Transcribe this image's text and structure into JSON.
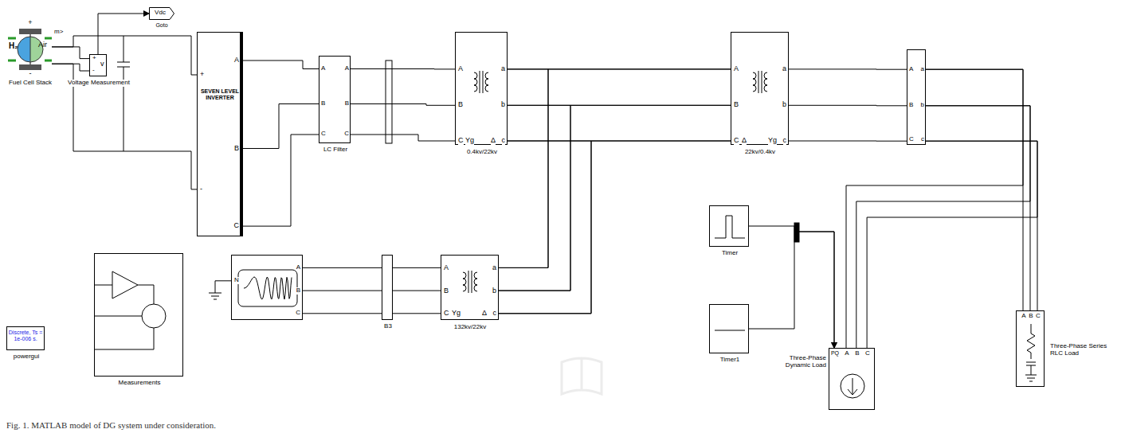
{
  "diagram": {
    "caption": "Fig. 1.   MATLAB model of DG system under consideration.",
    "nodes": [
      {
        "text": [
          "Vdc",
          "Goto"
        ]
      },
      {
        "text": [
          "m>",
          "H₂",
          "Air",
          "+",
          "-",
          "Fuel Cell Stack"
        ]
      },
      {
        "text": [
          "+",
          "v",
          "-",
          "Voltage Measurement"
        ]
      },
      {
        "text": [
          "SEVEN LEVEL INVERTER",
          "+",
          "-",
          "A",
          "B",
          "C"
        ]
      },
      {
        "text": [
          "A",
          "B",
          "C",
          "A",
          "B",
          "C",
          "LC Filter"
        ]
      },
      {
        "text": [
          "A",
          "B",
          "C",
          "Yg",
          "Δ",
          "a",
          "b",
          "c",
          "0.4kv/22kv"
        ]
      },
      {
        "text": [
          "A",
          "B",
          "C",
          "Δ",
          "Yg",
          "a",
          "b",
          "c",
          "22kv/0.4kv"
        ]
      },
      {
        "text": [
          "A",
          "B",
          "C",
          "a",
          "b",
          "c"
        ]
      },
      {
        "text": [
          "N",
          "A",
          "B",
          "C"
        ]
      },
      {
        "text": [
          "B3"
        ]
      },
      {
        "text": [
          "A",
          "B",
          "C",
          "Yg",
          "Δ",
          "a",
          "b",
          "c",
          "132kv/22kv"
        ]
      },
      {
        "text": [
          "Discrete, Ts = 1e-006 s.",
          "powergui"
        ]
      },
      {
        "text": [
          "Measurements"
        ]
      },
      {
        "text": [
          "Timer"
        ]
      },
      {
        "text": [
          "Timer1"
        ]
      },
      {
        "text": [
          "PQ",
          "A",
          "B",
          "C",
          "Three-Phase Dynamic Load"
        ]
      },
      {
        "text": [
          "A",
          "B",
          "C",
          "Three-Phase Series RLC Load"
        ]
      }
    ],
    "edges": [
      {
        "from": 1,
        "to": 2,
        "arrow": "none"
      },
      {
        "from": 2,
        "to": 0,
        "arrow": "to"
      },
      {
        "from": 1,
        "to": 3,
        "arrow": "none"
      },
      {
        "from": 3,
        "to": 4,
        "arrow": "none"
      },
      {
        "from": 4,
        "to": 5,
        "arrow": "none"
      },
      {
        "from": 5,
        "to": 6,
        "arrow": "none"
      },
      {
        "from": 10,
        "to": 5,
        "arrow": "none"
      },
      {
        "from": 10,
        "to": 6,
        "arrow": "none"
      },
      {
        "from": 8,
        "to": 9,
        "arrow": "none"
      },
      {
        "from": 9,
        "to": 10,
        "arrow": "none"
      },
      {
        "from": 6,
        "to": 7,
        "arrow": "none"
      },
      {
        "from": 7,
        "to": 16,
        "arrow": "none"
      },
      {
        "from": 7,
        "to": 15,
        "arrow": "none"
      },
      {
        "from": 13,
        "to": 15,
        "arrow": "to"
      },
      {
        "from": 14,
        "to": 15,
        "arrow": "to"
      }
    ]
  }
}
